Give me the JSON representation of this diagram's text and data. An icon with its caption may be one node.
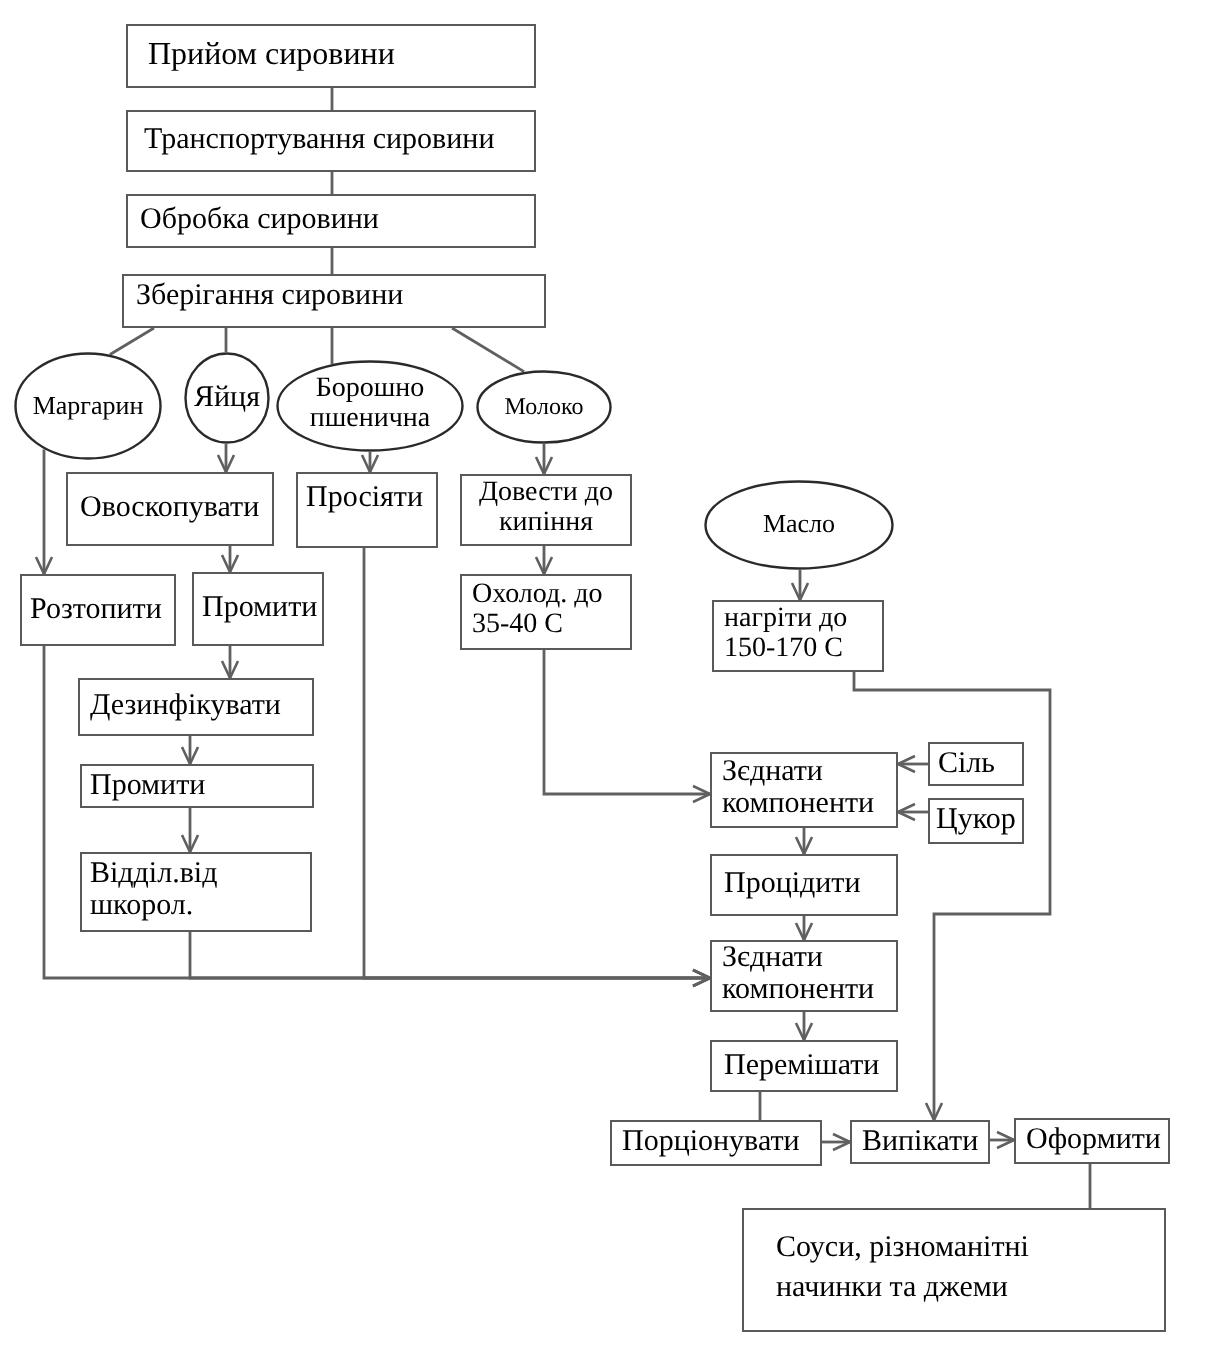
{
  "diagram": {
    "nodes": [
      {
        "text": [
          "Прийом сировини"
        ]
      },
      {
        "text": [
          "Транспортування сировини"
        ]
      },
      {
        "text": [
          "Обробка сировини"
        ]
      },
      {
        "text": [
          "Зберігання сировини"
        ]
      },
      {
        "text": [
          "Маргарин"
        ]
      },
      {
        "text": [
          "Яйця"
        ]
      },
      {
        "text": [
          "Борошно пшенична"
        ]
      },
      {
        "text": [
          "Молоко"
        ]
      },
      {
        "text": [
          "Овоскопувати"
        ]
      },
      {
        "text": [
          "Просіяти"
        ]
      },
      {
        "text": [
          "Довести до кипіння"
        ]
      },
      {
        "text": [
          "Масло"
        ]
      },
      {
        "text": [
          "Розтопити"
        ]
      },
      {
        "text": [
          "Промити"
        ]
      },
      {
        "text": [
          "Охолод. до 35-40 С"
        ]
      },
      {
        "text": [
          "нагріти до 150-170 С"
        ]
      },
      {
        "text": [
          "Дезинфікувати"
        ]
      },
      {
        "text": [
          "Промити"
        ]
      },
      {
        "text": [
          "Відділ.від шкорол."
        ]
      },
      {
        "text": [
          "Зєднати компоненти"
        ]
      },
      {
        "text": [
          "Сіль"
        ]
      },
      {
        "text": [
          "Цукор"
        ]
      },
      {
        "text": [
          "Процідити"
        ]
      },
      {
        "text": [
          "Зєднати компоненти"
        ]
      },
      {
        "text": [
          "Перемішати"
        ]
      },
      {
        "text": [
          "Порціонувати"
        ]
      },
      {
        "text": [
          "Випікати"
        ]
      },
      {
        "text": [
          "Оформити"
        ]
      },
      {
        "text": [
          "Соуси, різноманітні начинки та джеми"
        ]
      }
    ],
    "edges": [
      {
        "from": 0,
        "to": 1,
        "arrow": "none"
      },
      {
        "from": 1,
        "to": 2,
        "arrow": "none"
      },
      {
        "from": 2,
        "to": 3,
        "arrow": "none"
      },
      {
        "from": 3,
        "to": 4,
        "arrow": "none"
      },
      {
        "from": 3,
        "to": 5,
        "arrow": "none"
      },
      {
        "from": 3,
        "to": 6,
        "arrow": "none"
      },
      {
        "from": 3,
        "to": 7,
        "arrow": "none"
      },
      {
        "from": 4,
        "to": 12,
        "arrow": "to"
      },
      {
        "from": 5,
        "to": 8,
        "arrow": "to"
      },
      {
        "from": 6,
        "to": 9,
        "arrow": "to"
      },
      {
        "from": 7,
        "to": 10,
        "arrow": "to"
      },
      {
        "from": 8,
        "to": 13,
        "arrow": "to"
      },
      {
        "from": 13,
        "to": 16,
        "arrow": "to"
      },
      {
        "from": 16,
        "to": 17,
        "arrow": "to"
      },
      {
        "from": 17,
        "to": 18,
        "arrow": "to"
      },
      {
        "from": 10,
        "to": 14,
        "arrow": "to"
      },
      {
        "from": 11,
        "to": 15,
        "arrow": "to"
      },
      {
        "from": 14,
        "to": 19,
        "arrow": "to"
      },
      {
        "from": 20,
        "to": 19,
        "arrow": "to"
      },
      {
        "from": 21,
        "to": 19,
        "arrow": "to"
      },
      {
        "from": 19,
        "to": 22,
        "arrow": "to"
      },
      {
        "from": 22,
        "to": 23,
        "arrow": "to"
      },
      {
        "from": 12,
        "to": 23,
        "arrow": "to"
      },
      {
        "from": 18,
        "to": 23,
        "arrow": "to"
      },
      {
        "from": 9,
        "to": 23,
        "arrow": "to"
      },
      {
        "from": 23,
        "to": 24,
        "arrow": "to"
      },
      {
        "from": 24,
        "to": 25,
        "arrow": "none"
      },
      {
        "from": 25,
        "to": 26,
        "arrow": "to"
      },
      {
        "from": 15,
        "to": 26,
        "arrow": "to"
      },
      {
        "from": 26,
        "to": 27,
        "arrow": "to"
      },
      {
        "from": 27,
        "to": 28,
        "arrow": "none"
      }
    ]
  }
}
